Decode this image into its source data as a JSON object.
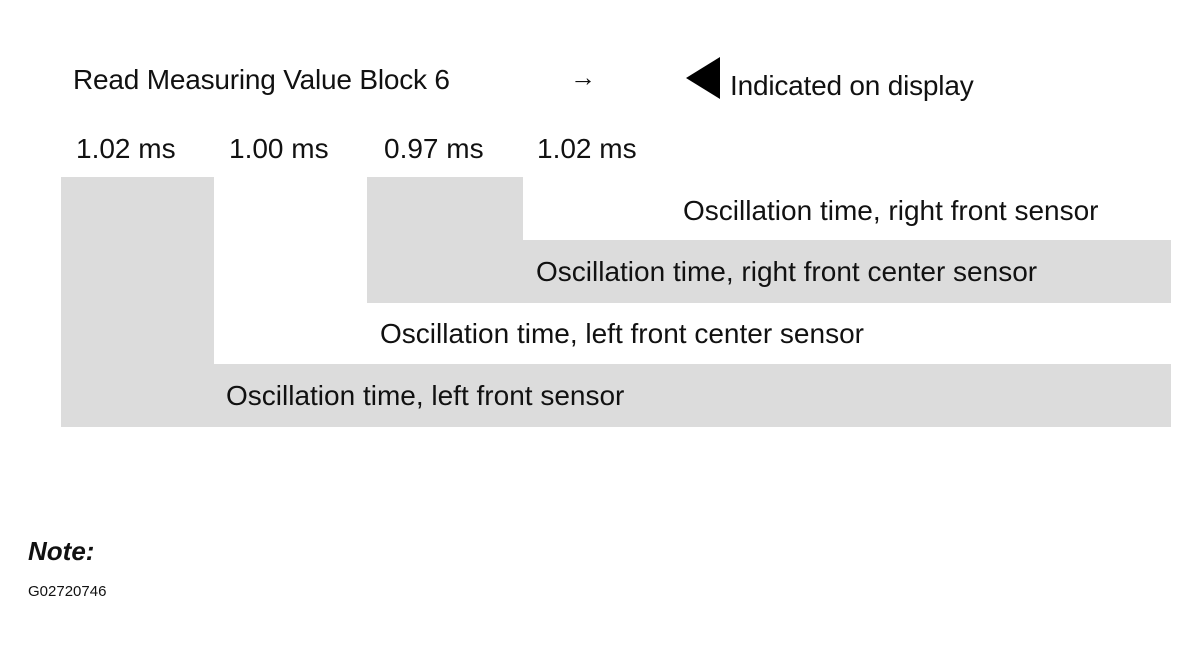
{
  "header": {
    "title": "Read Measuring Value Block 6",
    "arrow": "→",
    "indicator_label": "Indicated on display"
  },
  "values": [
    "1.02 ms",
    "1.00 ms",
    "0.97 ms",
    "1.02 ms"
  ],
  "labels": {
    "right_front": "Oscillation time, right front sensor",
    "right_front_center": "Oscillation time, right front center sensor",
    "left_front_center": "Oscillation time, left front center sensor",
    "left_front": "Oscillation time, left front sensor"
  },
  "note": {
    "title": "Note:",
    "figure_id": "G02720746"
  },
  "colors": {
    "shade": "#dcdcdc",
    "text": "#111111"
  }
}
